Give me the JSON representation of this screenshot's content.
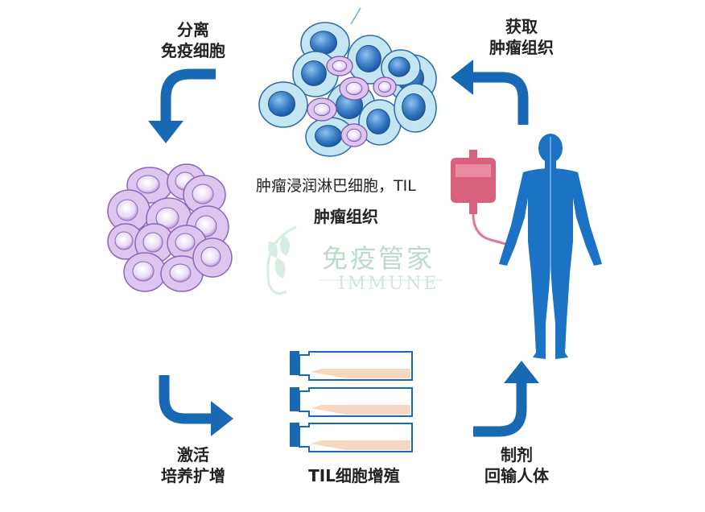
{
  "labels": {
    "top_left_line1": "分离",
    "top_left_line2": "免疫细胞",
    "top_right_line1": "获取",
    "top_right_line2": "肿瘤组织",
    "bottom_left_line1": "激活",
    "bottom_left_line2": "培养扩增",
    "bottom_right_line1": "制剂",
    "bottom_right_line2": "回输人体",
    "bottom_center": "TIL细胞增殖",
    "til_caption": "肿瘤浸润淋巴细胞，TIL",
    "tumor_caption": "肿瘤组织"
  },
  "watermark": {
    "chinese": "免疫管家",
    "english": "IMMUNE"
  },
  "colors": {
    "arrow": "#1868b3",
    "tumor_cell_fill": "#c3e6f2",
    "tumor_nucleus": "#3b7dc4",
    "til_cell_fill": "#dcc6ef",
    "til_nucleus": "#c8a6e6",
    "human": "#1c72c5",
    "iv_bag": "#d9607c",
    "flask_liquid": "#f6d7c2"
  }
}
